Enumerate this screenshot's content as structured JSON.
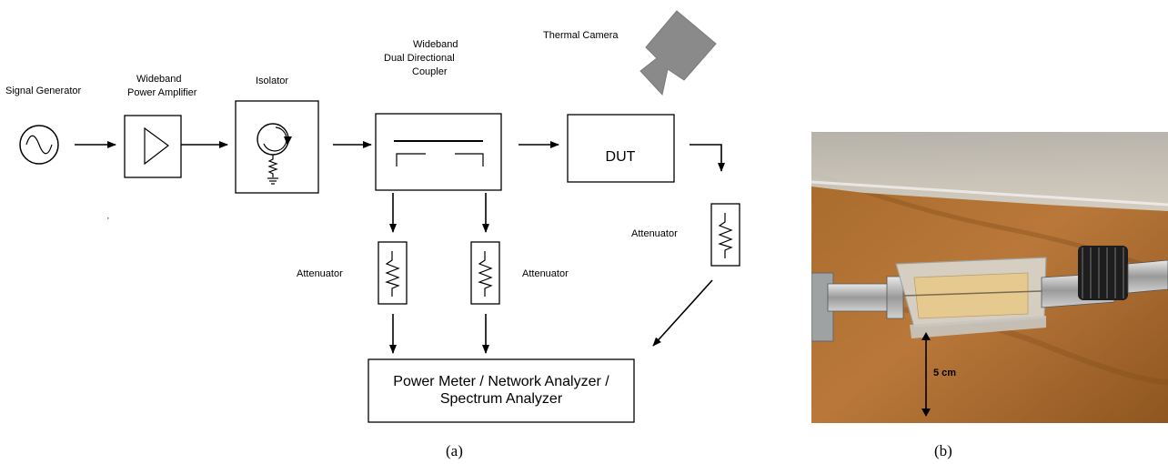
{
  "diagram": {
    "labels": {
      "signal_generator": "Signal Generator",
      "amp_line1": "Wideband",
      "amp_line2": "Power Amplifier",
      "isolator": "Isolator",
      "coupler_line1": "Wideband",
      "coupler_line2": "Dual Directional",
      "coupler_line3": "Coupler",
      "thermal_camera": "Thermal Camera",
      "dut": "DUT",
      "attenuator_left": "Attenuator",
      "attenuator_mid": "Attenuator",
      "attenuator_right": "Attenuator",
      "analyzer_line1": "Power Meter / Network Analyzer /",
      "analyzer_line2": "Spectrum Analyzer"
    },
    "captions": {
      "a": "(a)",
      "b": "(b)"
    }
  },
  "photo": {
    "scale_label": "5 cm"
  }
}
